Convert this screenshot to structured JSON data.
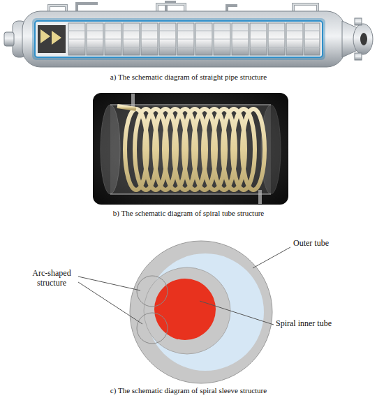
{
  "diagram": {
    "labels": [
      "a) The schematic diagram of straight pipe structure",
      "b) The schematic diagram of spiral tube structure",
      "Outer tube",
      "Arc-shaped structure",
      "Spiral inner tube",
      "c) The schematic diagram of spiral sleeve structure"
    ]
  }
}
